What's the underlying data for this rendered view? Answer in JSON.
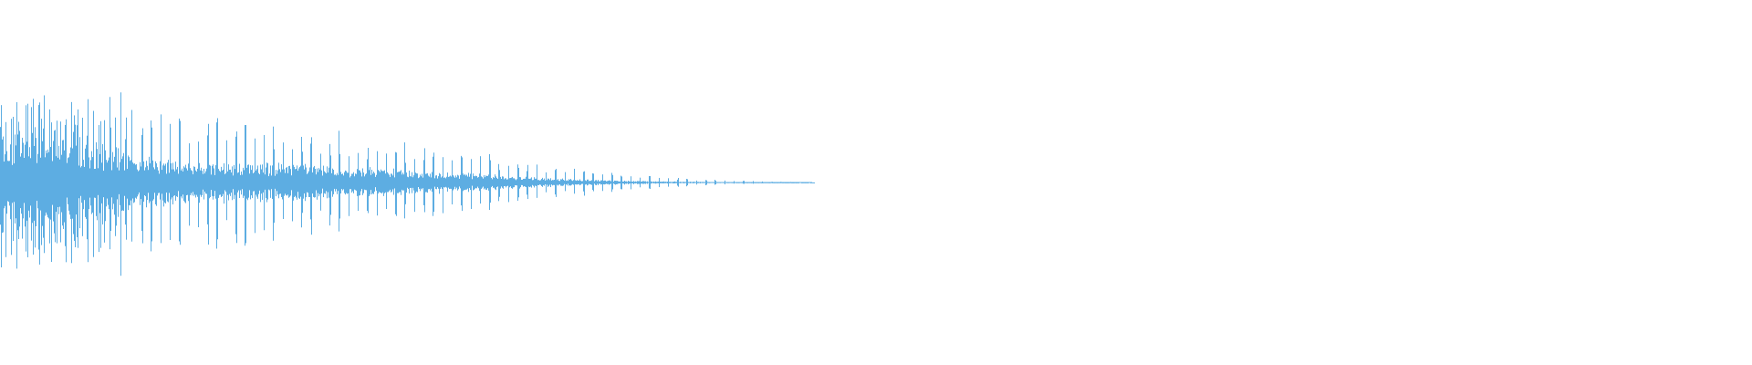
{
  "waveform": {
    "color": "#5dade2",
    "duration_fraction_with_signal": 0.465,
    "peak_envelope": [
      0.42,
      0.48,
      0.5,
      0.45,
      0.38,
      0.33,
      0.3,
      0.27,
      0.24,
      0.2,
      0.17,
      0.13,
      0.1,
      0.07,
      0.045,
      0.025,
      0.012,
      0.005,
      0.002
    ],
    "body_envelope": [
      0.2,
      0.18,
      0.14,
      0.11,
      0.09,
      0.08,
      0.075,
      0.07,
      0.06,
      0.05,
      0.04,
      0.03,
      0.02,
      0.012,
      0.007,
      0.004,
      0.002,
      0.001,
      0.0005
    ]
  }
}
